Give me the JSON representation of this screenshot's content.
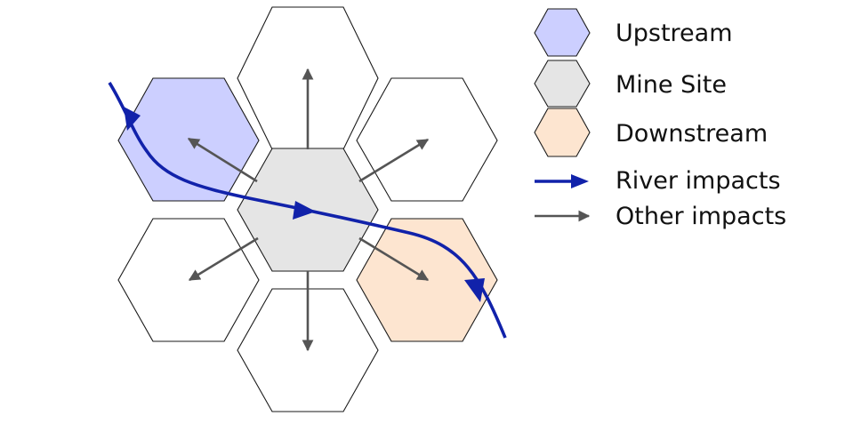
{
  "colors": {
    "upstream": "#cccfff",
    "mine_site": "#e5e5e5",
    "downstream": "#fde5d0",
    "neutral": "#ffffff",
    "river": "#1122aa",
    "other": "#555555",
    "stroke": "#1a1a1a"
  },
  "legend": {
    "upstream": "Upstream",
    "mine_site": "Mine Site",
    "downstream": "Downstream",
    "river": "River impacts",
    "other": "Other impacts"
  }
}
